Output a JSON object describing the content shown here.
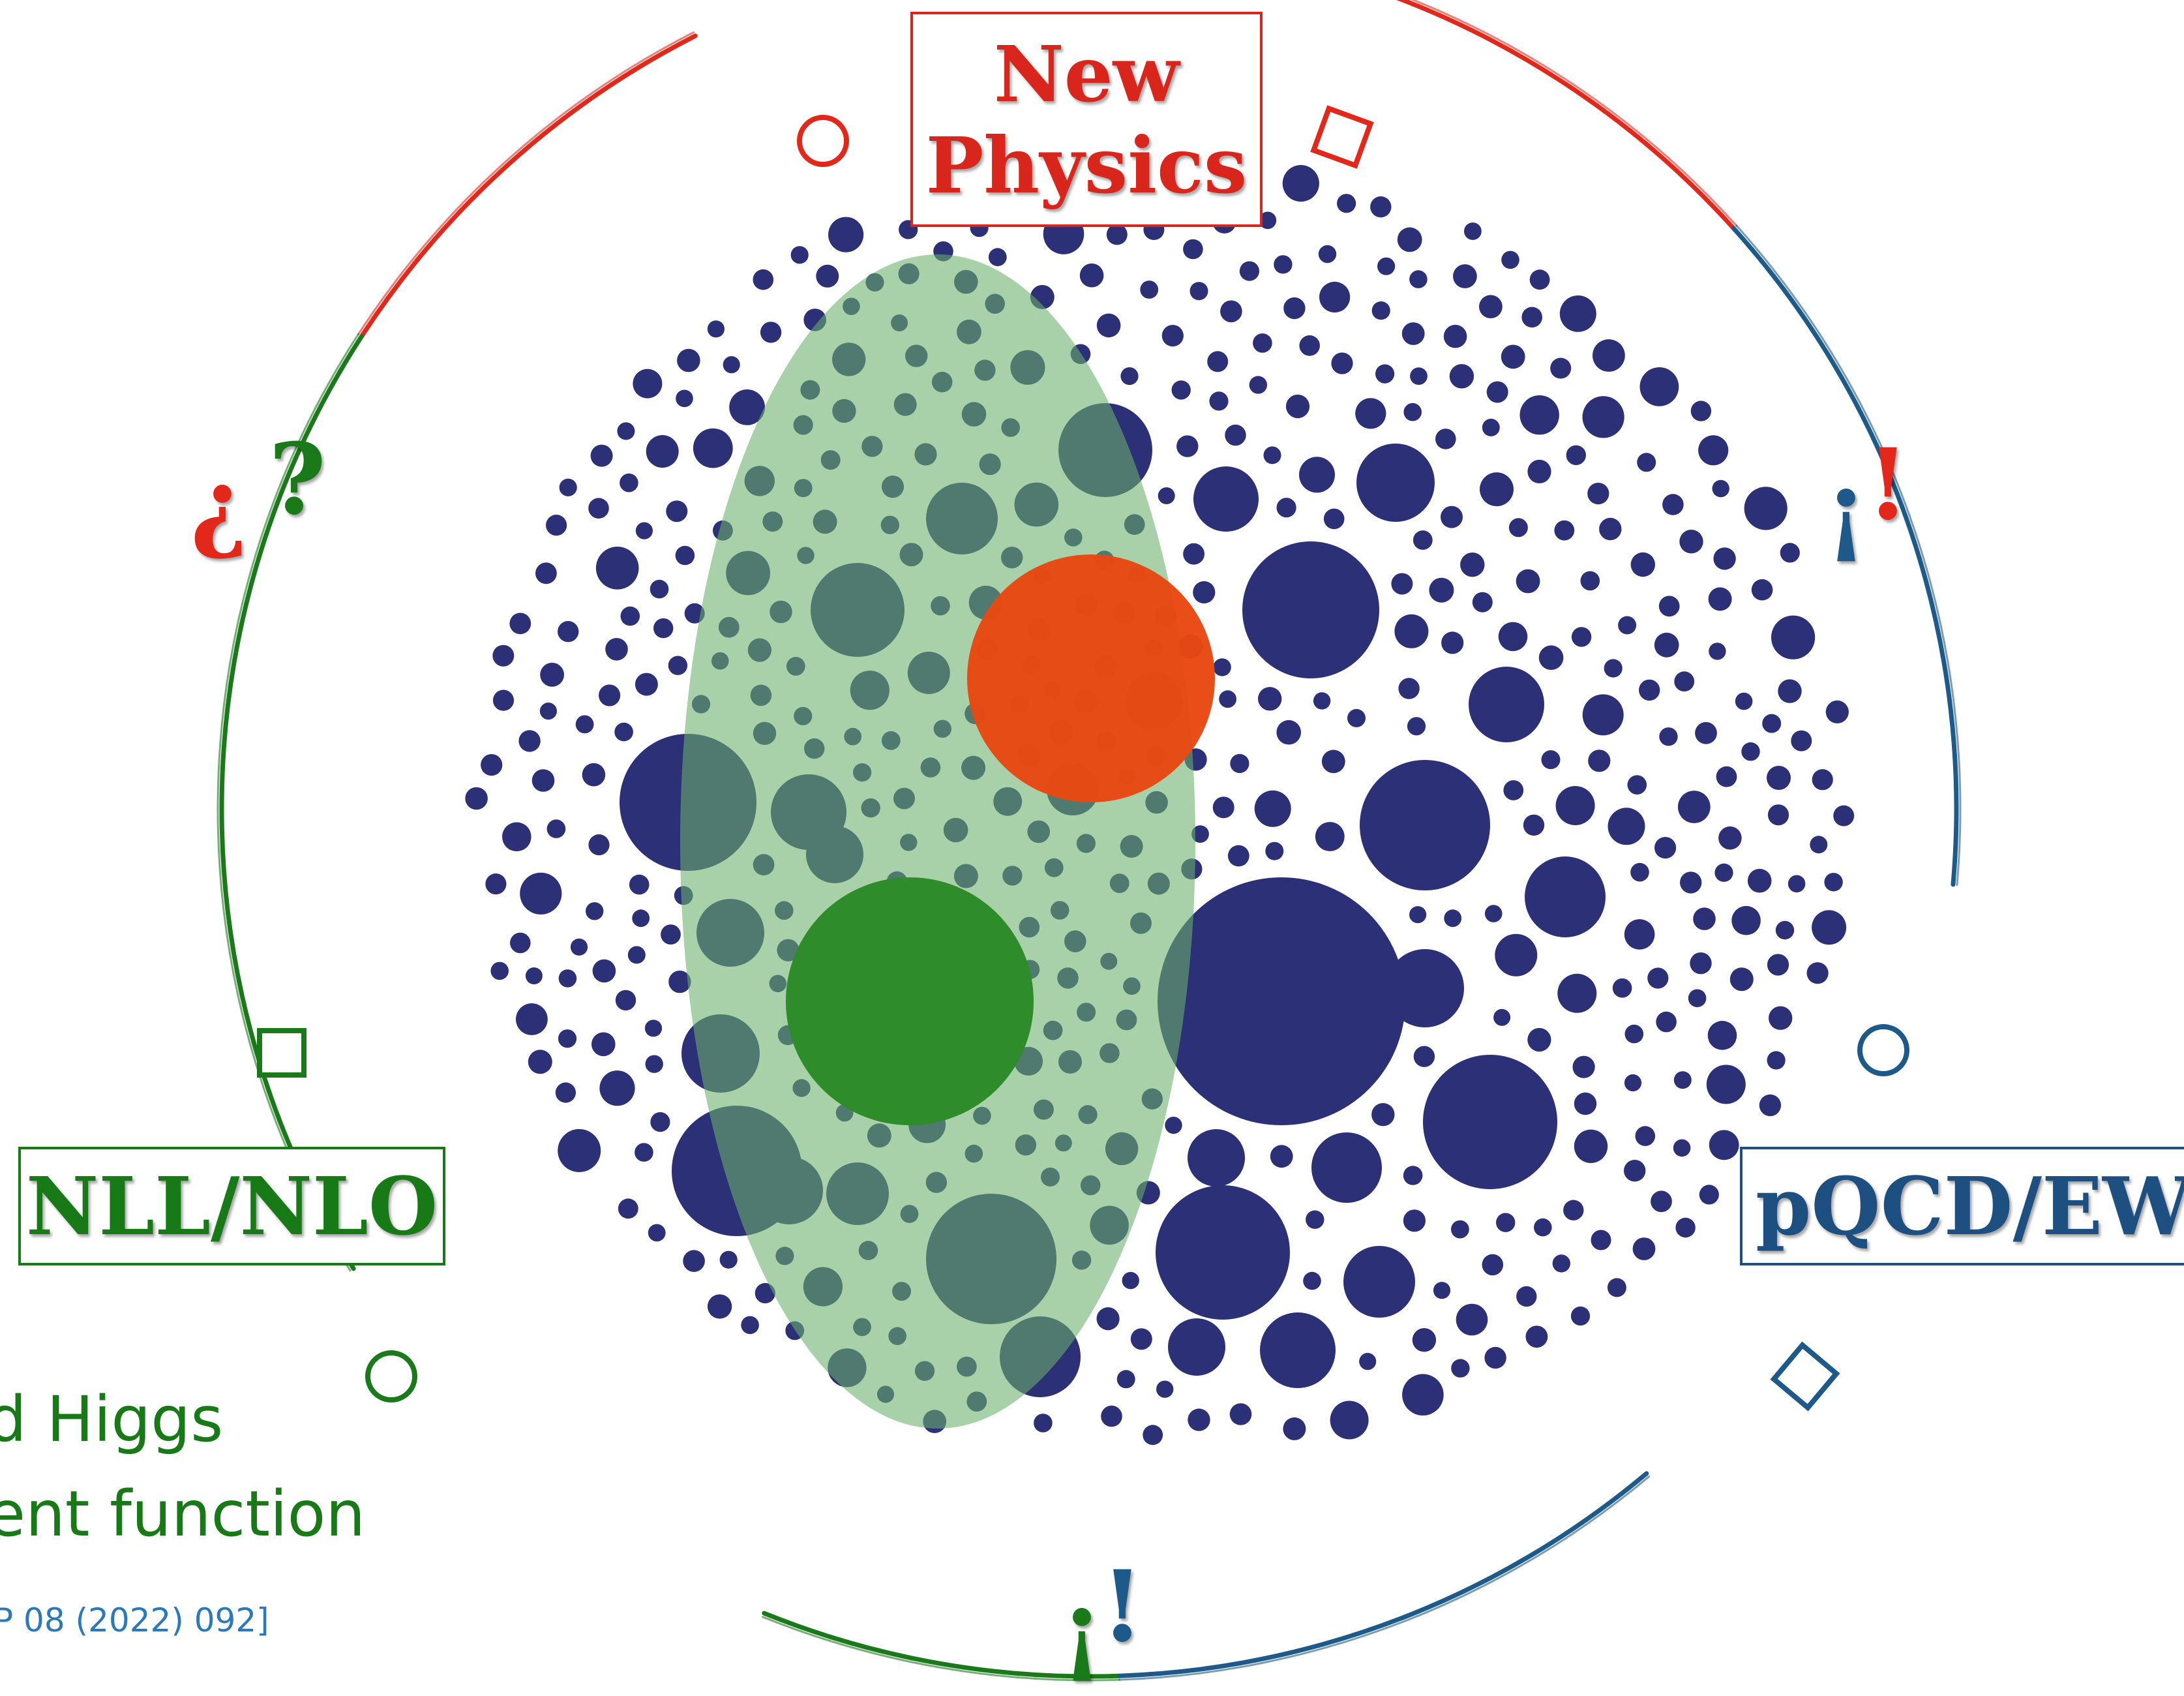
{
  "labels": {
    "new_physics": [
      "New",
      "Physics"
    ],
    "nll_nlo": "NLL/NLO",
    "pqcd_ew": "pQCD/EW"
  },
  "glyphs": {
    "left": [
      "¿",
      "?"
    ],
    "right": [
      "¡",
      "!"
    ],
    "bottom": [
      "¡",
      "!"
    ]
  },
  "captions": {
    "line1": "d Higgs",
    "line2": "ent function",
    "line3": "P 08 (2022) 092]"
  },
  "colors": {
    "red": "#e2281b",
    "green": "#1a7a1a",
    "blue": "#1d5a8a",
    "dots": "#2c3077",
    "ellipse": "rgba(106,176,106,0.58)",
    "green_disc": "#2f8c2a",
    "orange_disc": "rgba(232,72,18,0.97)"
  }
}
